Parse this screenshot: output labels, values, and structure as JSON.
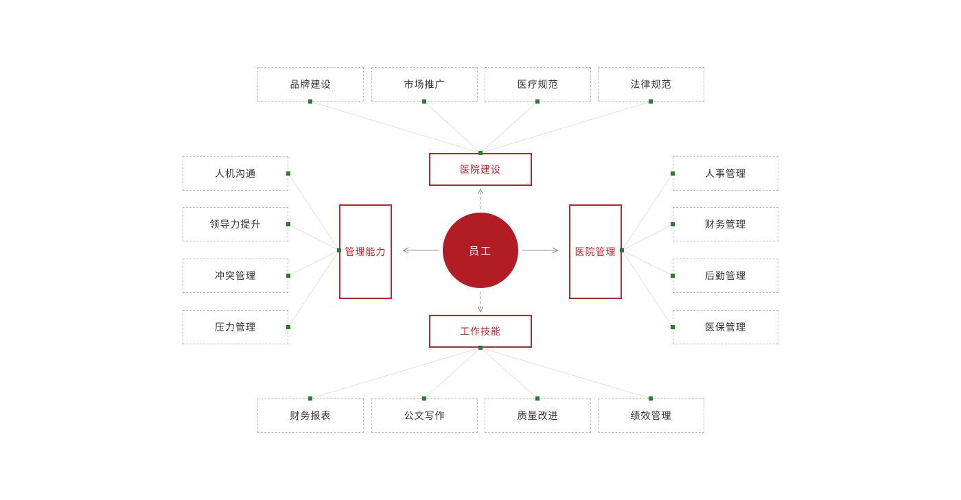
{
  "diagram": {
    "title_center": "员工",
    "colors": {
      "hub_fill": "#b21d25",
      "branch_border": "#c0252b",
      "branch_text": "#c0252b",
      "leaf_border": "#bdbdbd",
      "leaf_text": "#333333",
      "connector_dot": "#2b7a32",
      "connector_line": "#e2e2e2",
      "arrow": "#999999",
      "background": "#ffffff"
    }
  },
  "branches": {
    "top": {
      "label": "医院建设"
    },
    "left": {
      "label": "管理能力"
    },
    "right": {
      "label": "医院管理"
    },
    "bottom": {
      "label": "工作技能"
    }
  },
  "leaves": {
    "top_row": [
      {
        "label": "品牌建设"
      },
      {
        "label": "市场推广"
      },
      {
        "label": "医疗规范"
      },
      {
        "label": "法律规范"
      }
    ],
    "left_column": [
      {
        "label": "人机沟通"
      },
      {
        "label": "领导力提升"
      },
      {
        "label": "冲突管理"
      },
      {
        "label": "压力管理"
      }
    ],
    "right_column": [
      {
        "label": "人事管理"
      },
      {
        "label": "财务管理"
      },
      {
        "label": "后勤管理"
      },
      {
        "label": "医保管理"
      }
    ],
    "bottom_row": [
      {
        "label": "财务报表"
      },
      {
        "label": "公文写作"
      },
      {
        "label": "质量改进"
      },
      {
        "label": "绩效管理"
      }
    ]
  }
}
